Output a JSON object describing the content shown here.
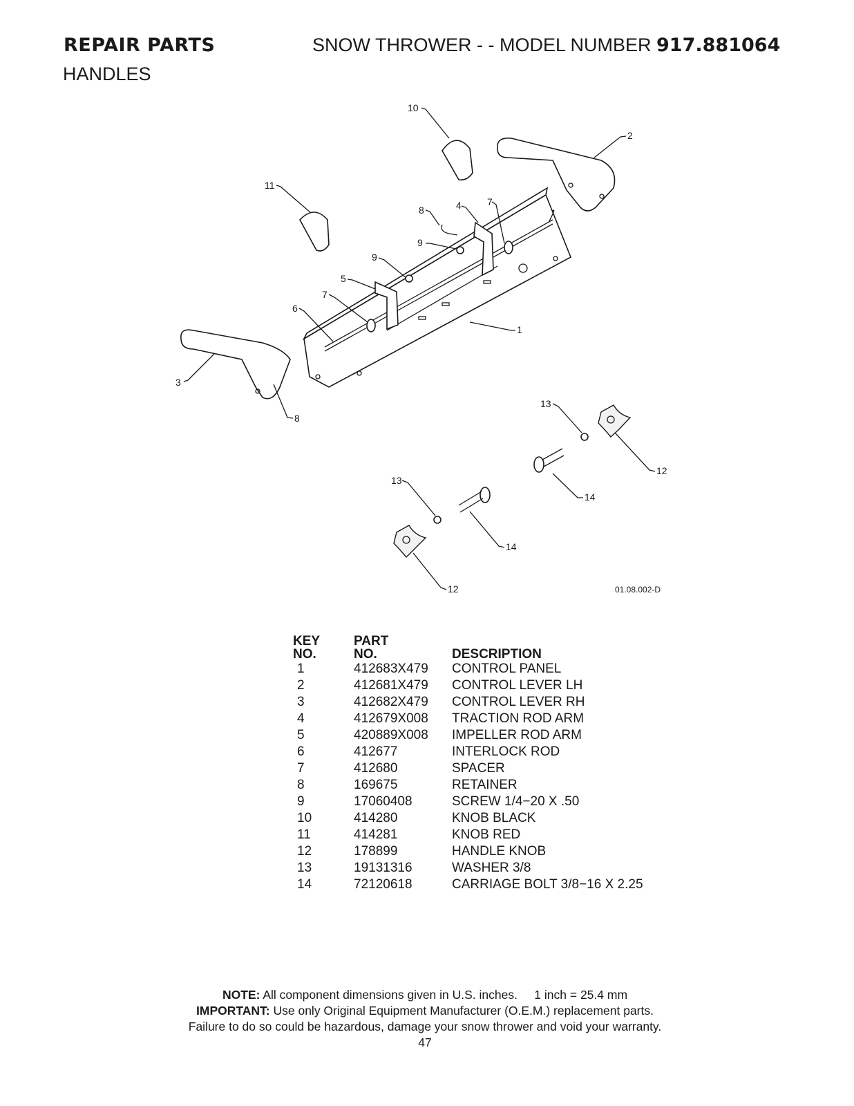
{
  "header": {
    "repair_parts": "REPAIR PARTS",
    "model_prefix": "SNOW THROWER - - MODEL NUMBER",
    "model_number": "917.881064",
    "section": "HANDLES"
  },
  "diagram": {
    "drawing_number": "01.08.002-D",
    "callouts": [
      "1",
      "2",
      "3",
      "4",
      "5",
      "6",
      "7",
      "7",
      "8",
      "8",
      "9",
      "9",
      "10",
      "11",
      "12",
      "12",
      "13",
      "13",
      "14",
      "14"
    ]
  },
  "table": {
    "headers": {
      "key_line1": "KEY",
      "key_line2": "NO.",
      "part_line1": "PART",
      "part_line2": "NO.",
      "description": "DESCRIPTION"
    },
    "rows": [
      {
        "key": "1",
        "part": "412683X479",
        "desc": "CONTROL PANEL"
      },
      {
        "key": "2",
        "part": "412681X479",
        "desc": "CONTROL LEVER LH"
      },
      {
        "key": "3",
        "part": "412682X479",
        "desc": "CONTROL LEVER RH"
      },
      {
        "key": "4",
        "part": "412679X008",
        "desc": "TRACTION ROD ARM"
      },
      {
        "key": "5",
        "part": "420889X008",
        "desc": "IMPELLER ROD ARM"
      },
      {
        "key": "6",
        "part": "412677",
        "desc": "INTERLOCK ROD"
      },
      {
        "key": "7",
        "part": "412680",
        "desc": "SPACER"
      },
      {
        "key": "8",
        "part": "169675",
        "desc": "RETAINER"
      },
      {
        "key": "9",
        "part": "17060408",
        "desc": "SCREW 1/4−20 X .50"
      },
      {
        "key": "10",
        "part": "414280",
        "desc": "KNOB BLACK"
      },
      {
        "key": "11",
        "part": "414281",
        "desc": "KNOB RED"
      },
      {
        "key": "12",
        "part": "178899",
        "desc": "HANDLE KNOB"
      },
      {
        "key": "13",
        "part": "19131316",
        "desc": "WASHER 3/8"
      },
      {
        "key": "14",
        "part": "72120618",
        "desc": "CARRIAGE BOLT 3/8−16 X 2.25"
      }
    ]
  },
  "notes": {
    "note_label": "NOTE:",
    "note_text": "All component dimensions given in U.S. inches.",
    "conversion": "1 inch = 25.4 mm",
    "important_label": "IMPORTANT:",
    "important_text": "Use only Original Equipment Manufacturer (O.E.M.) replacement parts.",
    "warning": "Failure to do so could be hazardous, damage your snow thrower and void your warranty.",
    "page_number": "47"
  }
}
